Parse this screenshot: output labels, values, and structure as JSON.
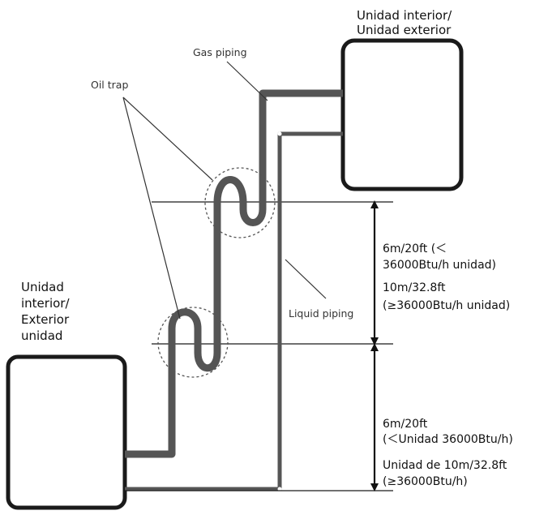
{
  "labels": {
    "top_unit_line1": "Unidad interior/",
    "top_unit_line2": "Unidad exterior",
    "gas_piping": "Gas piping",
    "oil_trap": "Oil trap",
    "bottom_unit_line1": "Unidad",
    "bottom_unit_line2": "interior/",
    "bottom_unit_line3": "Exterior",
    "bottom_unit_line4": "unidad",
    "liquid_piping": "Liquid piping"
  },
  "dimensions": {
    "upper": {
      "line1": "6m/20ft (＜",
      "line2": "36000Btu/h unidad)",
      "line3": "10m/32.8ft",
      "line4": "(≥36000Btu/h  unidad)"
    },
    "lower": {
      "line1": "6m/20ft",
      "line2": "(＜Unidad 36000Btu/h)",
      "line3": "Unidad de 10m/32.8ft",
      "line4": "(≥36000Btu/h)"
    }
  },
  "colors": {
    "line": "#1a1a1a",
    "pipe": "#555555",
    "text": "#111111"
  }
}
